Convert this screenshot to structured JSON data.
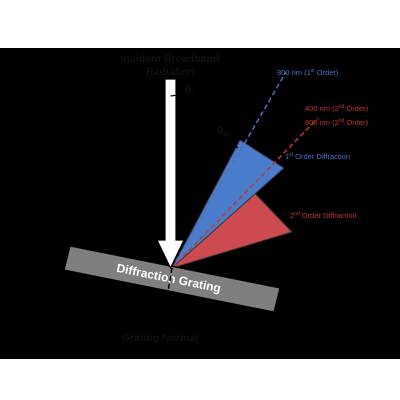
{
  "labels": {
    "incident_line1": "Incident Broadband",
    "incident_line2": "Radiation",
    "theta_i_main": "θ",
    "theta_i_sub": "i",
    "theta_m_main": "θ",
    "theta_m_sub": "m",
    "ray_800_first_pre": "800 nm (1",
    "ray_800_first_sup": "st",
    "ray_800_first_post": " Order)",
    "ray_400_second_pre": "400 nm (2",
    "ray_400_second_sup": "nd",
    "ray_400_second_post": " Order)",
    "ray_800_second_pre": "800 nm (2",
    "ray_800_second_sup": "nd",
    "ray_800_second_post": " Order)",
    "first_order_pre": "1",
    "first_order_sup": "st",
    "first_order_post": " Order Diffraction",
    "second_order_pre": "2",
    "second_order_sup": "nd",
    "second_order_post": " Order Diffraction",
    "grating": "Diffraction Grating",
    "grating_normal": "Grating Normal"
  },
  "colors": {
    "background": "#ffffff",
    "grating_fill": "#7f7f7f",
    "first_order_fill": "#4a7ccc",
    "second_order_fill": "#cd4b50",
    "blue_text": "#4a72c6",
    "red_text": "#c0392b",
    "incident_arrow": "#ffffff"
  }
}
